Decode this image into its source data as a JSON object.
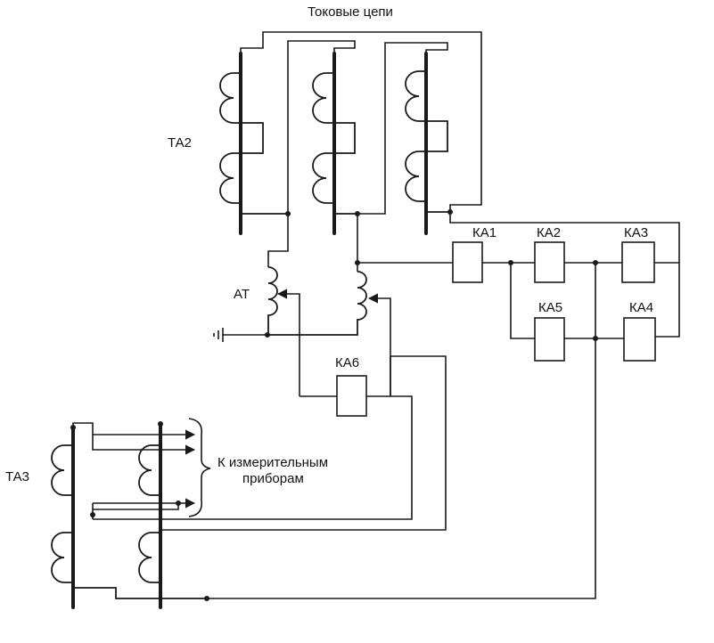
{
  "labels": {
    "title": "Токовые цепи",
    "ta2": "ТА2",
    "ta3": "ТА3",
    "at": "АТ",
    "ka1": "КА1",
    "ka2": "КА2",
    "ka3": "КА3",
    "ka4": "КА4",
    "ka5": "КА5",
    "ka6": "КА6",
    "instruments_line1": "К измерительным",
    "instruments_line2": "приборам"
  },
  "colors": {
    "line": "#1a1a1a",
    "background": "#ffffff"
  },
  "icons": {
    "ground": "ground-icon",
    "arrow": "arrow-right-icon"
  }
}
